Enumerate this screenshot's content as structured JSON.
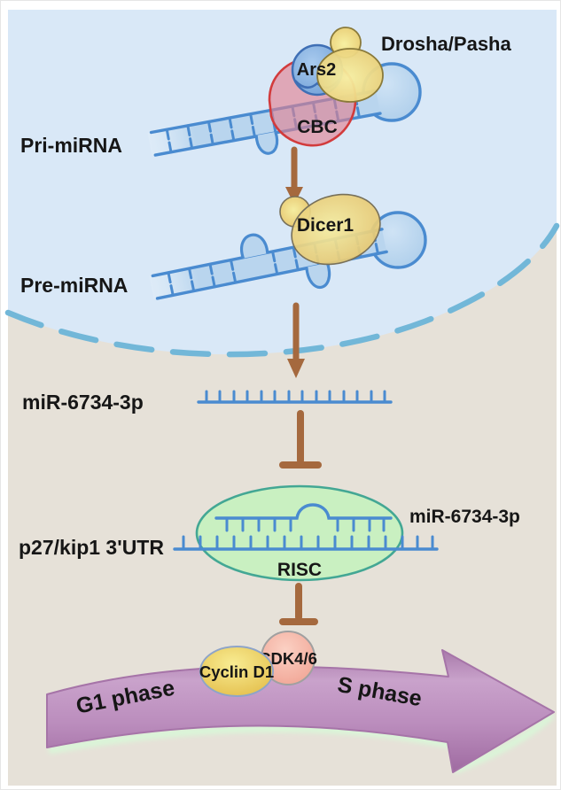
{
  "figure": {
    "type": "miRNA biogenesis and cell-cycle pathway diagram",
    "labels": {
      "pri_mirna": "Pri-miRNA",
      "ars2": "Ars2",
      "drosha_pasha": "Drosha/Pasha",
      "cbc": "CBC",
      "pre_mirna": "Pre-miRNA",
      "dicer1": "Dicer1",
      "mir_6734_3p": "miR-6734-3p",
      "p27_kip1_3utr": "p27/kip1 3'UTR",
      "risc": "RISC",
      "mir_6734_3p_bound": "miR-6734-3p",
      "cyclin_d1": "Cyclin D1",
      "cdk4_6": "CDK4/6",
      "g1_phase": "G1 phase",
      "s_phase": "S phase"
    }
  },
  "colors": {
    "c-nucleus": "#d9e8f7",
    "c-cytoplasm": "#e6e1d8",
    "c-membrane": "#72b7d8",
    "c-rna": "#4a8bd0",
    "c-rna-band": "#b9d5ee",
    "c-arrow": "#a5693e",
    "c-risc": "#c9f0c1",
    "c-risc-border": "#43a794",
    "c-cbc": "#e2808f",
    "c-cbc-border": "#d23b3c",
    "c-ars2": "#79aadd",
    "c-drosha": "#ecd77f",
    "c-dicer": "#e8c671",
    "c-cdk": "#f3a596",
    "c-cyclin": "#e7c254",
    "c-cycle-band": "#bb8dbd",
    "c-cycle-edge": "#a674a8",
    "c-cycle-glow": "#daf5d8"
  }
}
